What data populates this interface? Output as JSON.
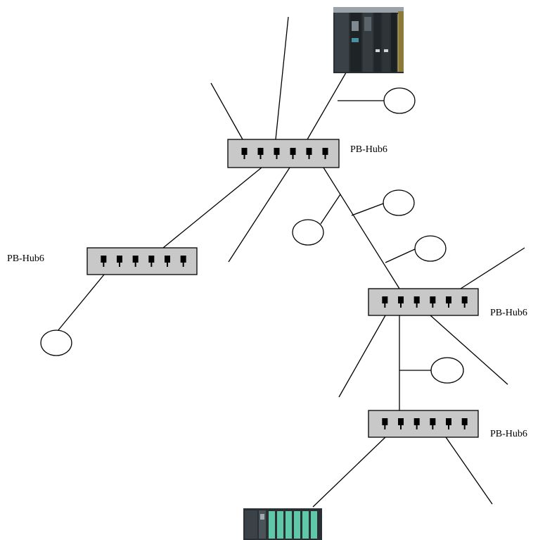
{
  "diagram": {
    "hubs": [
      {
        "id": "hub-top",
        "label": "PB-Hub6",
        "ports": 6
      },
      {
        "id": "hub-left",
        "label": "PB-Hub6",
        "ports": 6
      },
      {
        "id": "hub-mid",
        "label": "PB-Hub6",
        "ports": 6
      },
      {
        "id": "hub-bottom",
        "label": "PB-Hub6",
        "ports": 6
      }
    ],
    "colors": {
      "hub_fill": "#c8c8c8",
      "line": "#000000",
      "background": "#ffffff",
      "plc_dark": "#2a2f33",
      "plc_module_green": "#5fc8a6"
    },
    "devices": [
      "plc-rack-top",
      "plc-rack-bottom"
    ]
  }
}
